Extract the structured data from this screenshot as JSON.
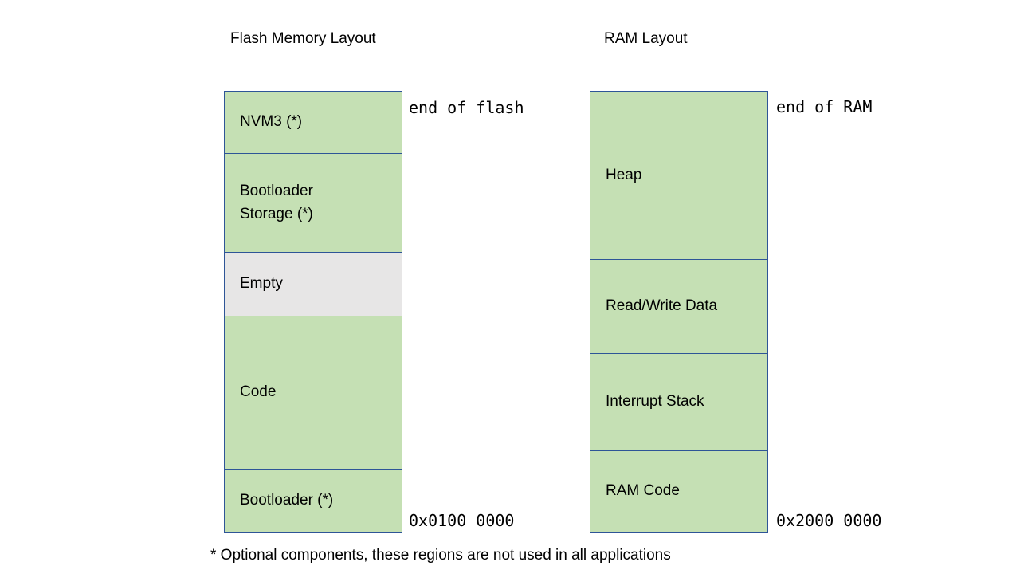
{
  "flash": {
    "title": "Flash Memory Layout",
    "end_label": "end of flash",
    "base_address": "0x0100 0000",
    "blocks": [
      {
        "label": "NVM3 (*)"
      },
      {
        "label": "Bootloader\nStorage (*)"
      },
      {
        "label": "Empty"
      },
      {
        "label": "Code"
      },
      {
        "label": "Bootloader (*)"
      }
    ]
  },
  "ram": {
    "title": "RAM Layout",
    "end_label": "end of RAM",
    "base_address": "0x2000 0000",
    "blocks": [
      {
        "label": "Heap"
      },
      {
        "label": "Read/Write Data"
      },
      {
        "label": "Interrupt Stack"
      },
      {
        "label": "RAM Code"
      }
    ]
  },
  "footnote": "* Optional components, these regions are not used in all applications",
  "colors": {
    "block_green": "#C5E0B4",
    "block_gray": "#E7E6E6",
    "border_blue": "#2E5597",
    "text": "#000000",
    "background": "#FFFFFF"
  }
}
